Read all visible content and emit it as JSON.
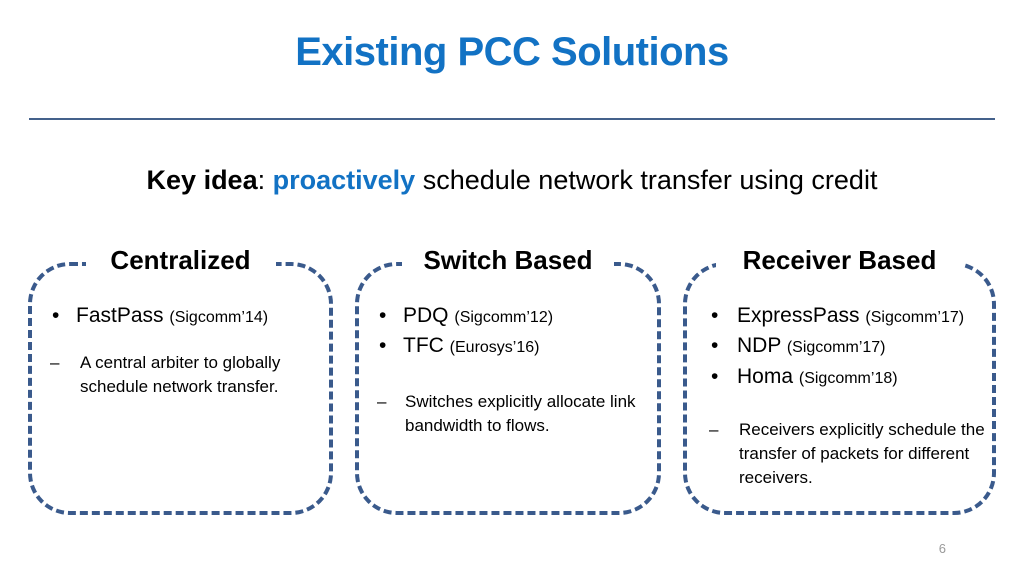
{
  "slide": {
    "title": "Existing PCC Solutions",
    "slide_number": "6",
    "title_color": "#1272C4",
    "rule_color": "#44618B",
    "box_border_color": "#3A5A8C"
  },
  "key_idea": {
    "lead": "Key idea",
    "colon": ":",
    "accent": "proactively",
    "rest": "schedule network transfer using credit"
  },
  "categories": [
    {
      "title": "Centralized",
      "bullets": [
        {
          "marker": "•",
          "name": "FastPass",
          "venue": "(Sigcomm’14)"
        }
      ],
      "notes": [
        {
          "marker": "–",
          "text": "A central arbiter to globally schedule network transfer."
        }
      ]
    },
    {
      "title": "Switch Based",
      "bullets": [
        {
          "marker": "•",
          "name": "PDQ",
          "venue": "(Sigcomm’12)"
        },
        {
          "marker": "•",
          "name": "TFC",
          "venue": "(Eurosys’16)"
        }
      ],
      "notes": [
        {
          "marker": "–",
          "text": "Switches explicitly allocate link bandwidth to flows."
        }
      ]
    },
    {
      "title": "Receiver Based",
      "bullets": [
        {
          "marker": "•",
          "name": "ExpressPass",
          "venue": "(Sigcomm’17)"
        },
        {
          "marker": "•",
          "name": "NDP",
          "venue": "(Sigcomm’17)"
        },
        {
          "marker": "•",
          "name": "Homa",
          "venue": "(Sigcomm’18)"
        }
      ],
      "notes": [
        {
          "marker": "–",
          "text": "Receivers explicitly schedule the transfer of packets for different receivers."
        }
      ]
    }
  ]
}
